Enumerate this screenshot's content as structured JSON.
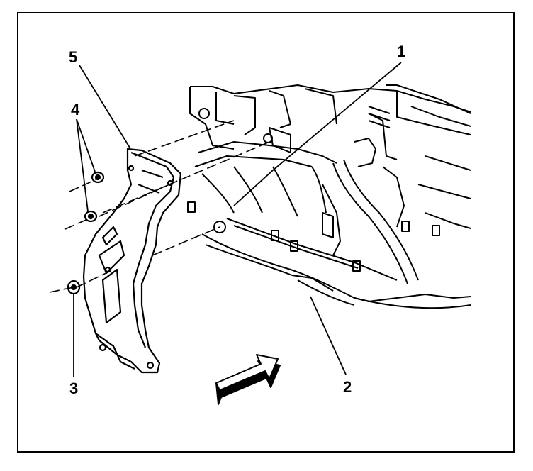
{
  "figure": {
    "callouts": [
      "1",
      "2",
      "3",
      "4",
      "5"
    ],
    "colors": {
      "line": "#000000",
      "background": "#ffffff"
    },
    "icons": [
      "direction-arrow-icon"
    ]
  }
}
